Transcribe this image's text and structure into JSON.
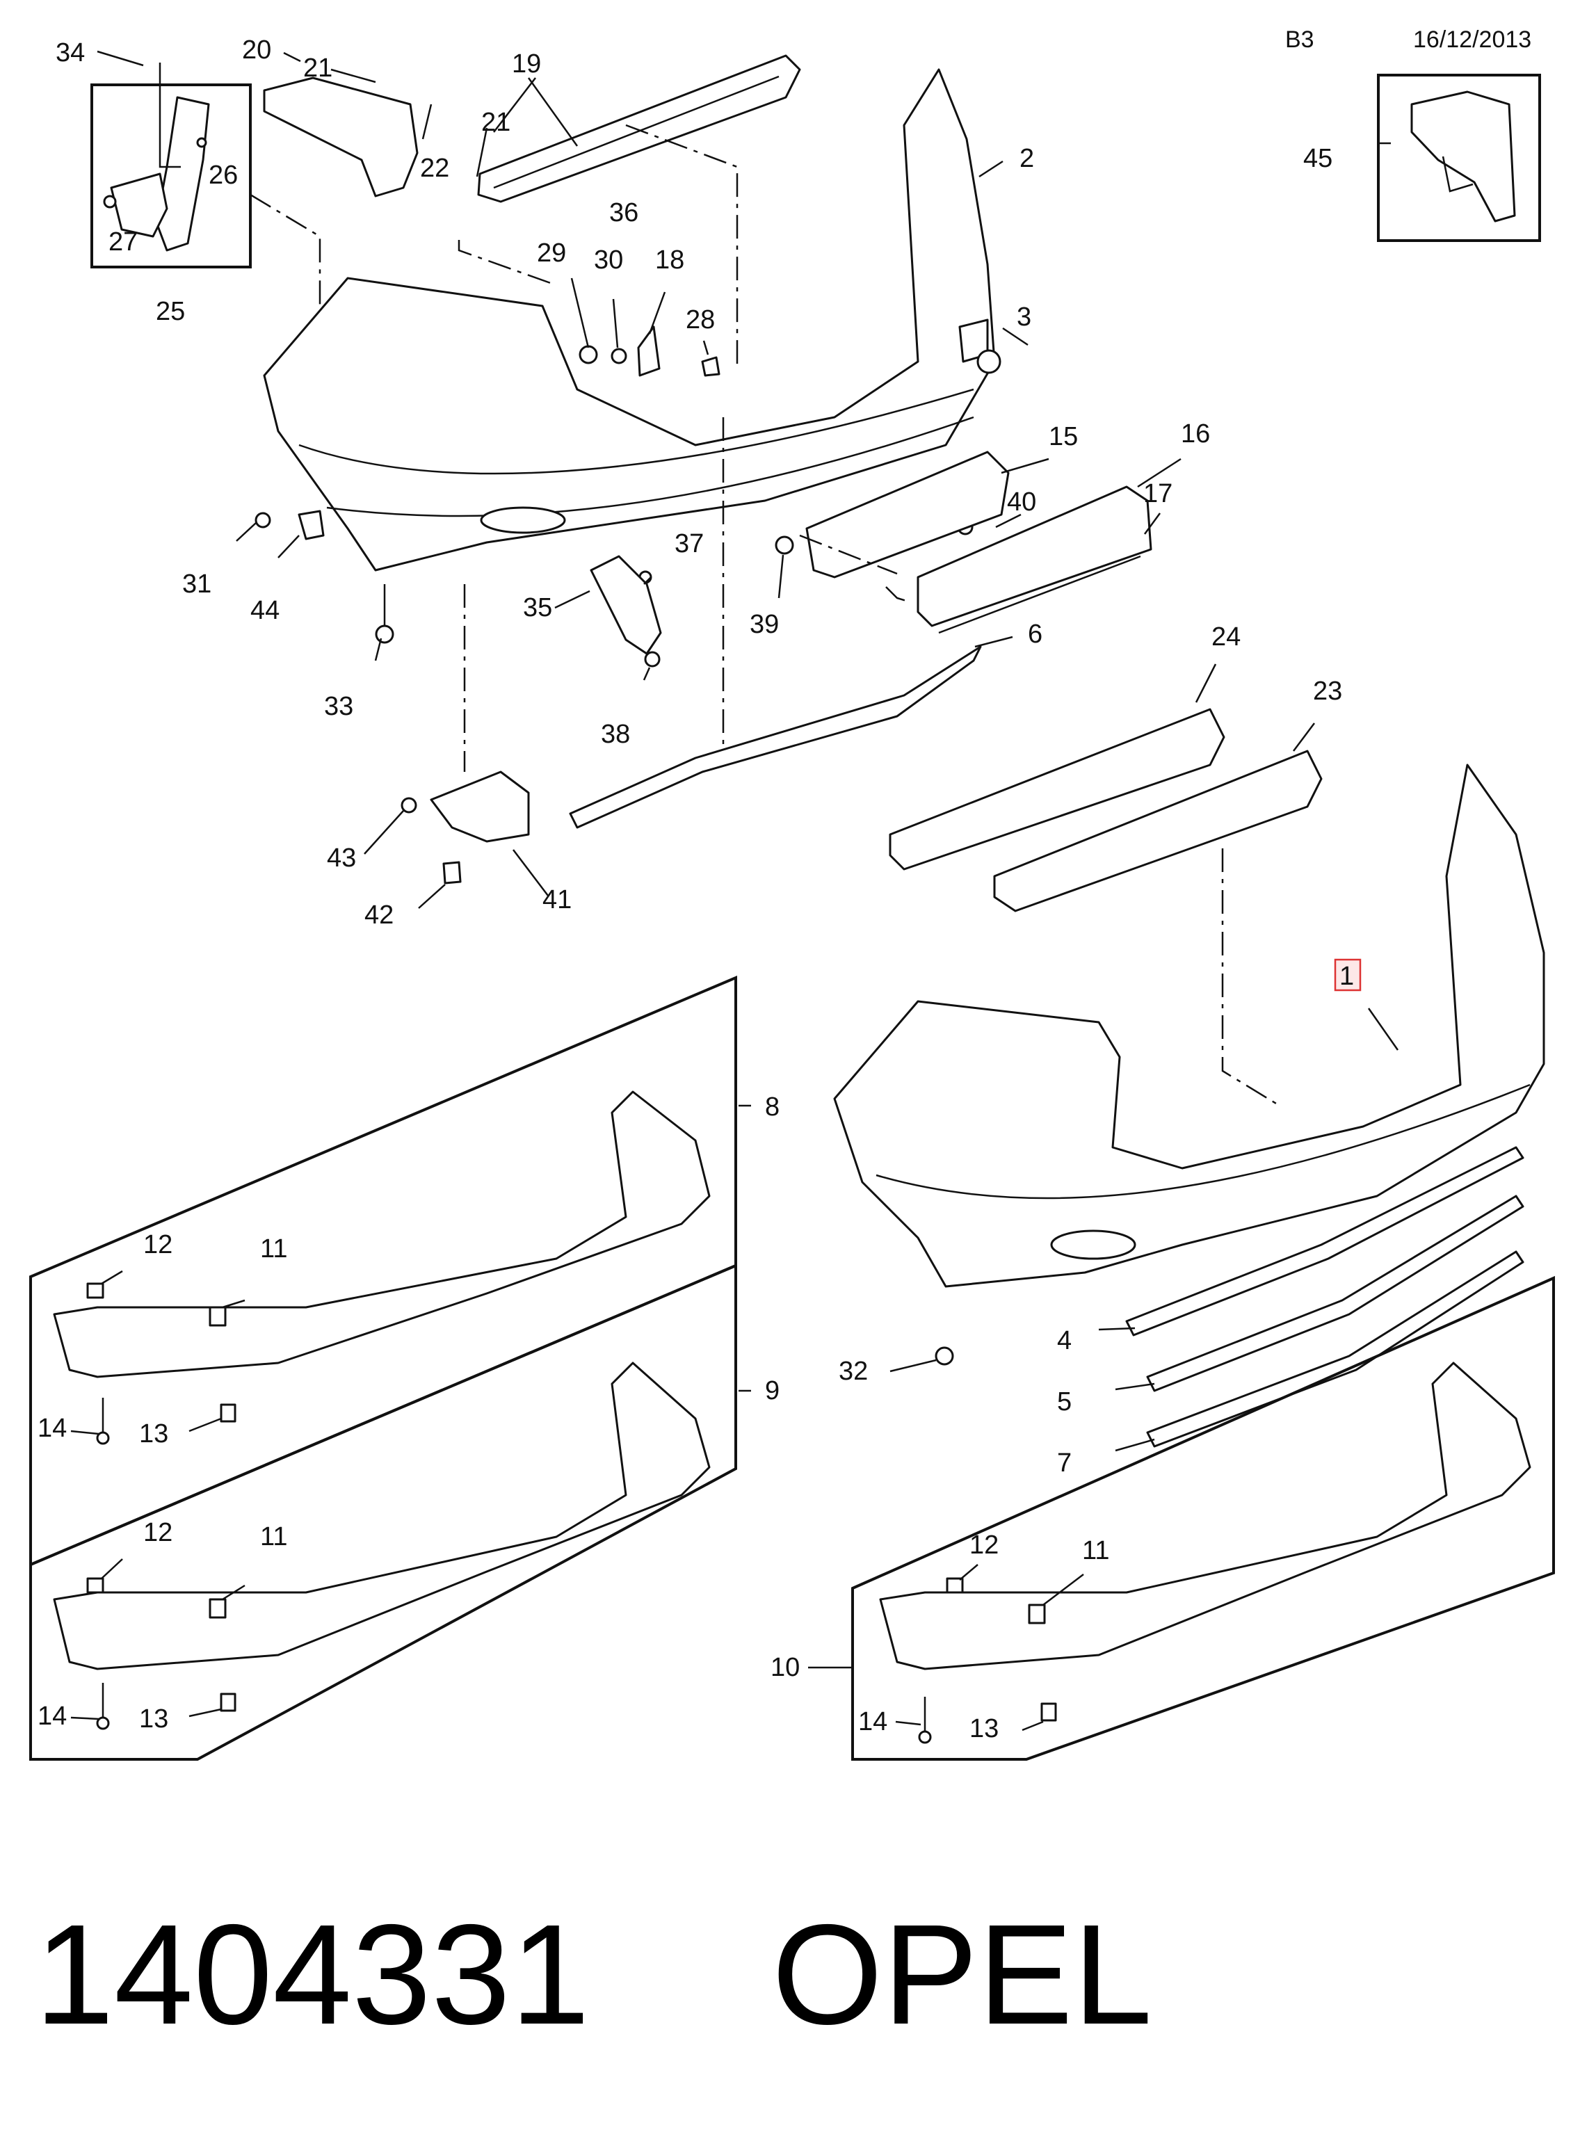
{
  "header": {
    "page_code": "B3",
    "date": "16/12/2013"
  },
  "footer": {
    "part_number": "1404331",
    "brand": "OPEL"
  },
  "highlighted_callout": "1",
  "callouts": [
    "1",
    "2",
    "3",
    "4",
    "5",
    "6",
    "7",
    "8",
    "9",
    "10",
    "11",
    "12",
    "13",
    "14",
    "15",
    "16",
    "17",
    "18",
    "19",
    "20",
    "21",
    "22",
    "23",
    "24",
    "25",
    "26",
    "27",
    "28",
    "29",
    "30",
    "31",
    "32",
    "33",
    "34",
    "35",
    "36",
    "37",
    "38",
    "39",
    "40",
    "41",
    "42",
    "43",
    "44",
    "45"
  ],
  "colors": {
    "ink": "#111111",
    "highlight_fill": "#fde8e8",
    "highlight_stroke": "#dd3333"
  }
}
